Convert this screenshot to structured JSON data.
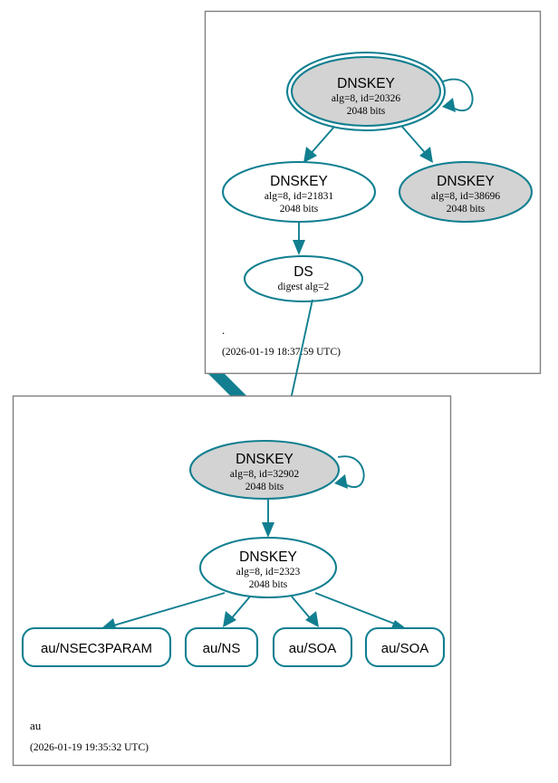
{
  "diagram": {
    "type": "dnssec-authentication-chain",
    "accent_color": "#117f90",
    "secure_key_fill": "#d3d3d3",
    "plain_key_fill": "#ffffff",
    "zone_border_color": "#7f7f7f"
  },
  "zones": [
    {
      "id": "root",
      "name": ".",
      "timestamp": "(2026-01-19 18:37:59 UTC)",
      "nodes": [
        {
          "id": "ksk-20326",
          "kind": "DNSKEY",
          "title": "DNSKEY",
          "line2": "alg=8, id=20326",
          "line3": "2048 bits",
          "fill": "gray",
          "double_border": true,
          "self_signed": true
        },
        {
          "id": "zsk-21831",
          "kind": "DNSKEY",
          "title": "DNSKEY",
          "line2": "alg=8, id=21831",
          "line3": "2048 bits",
          "fill": "white",
          "double_border": false,
          "self_signed": false
        },
        {
          "id": "zsk-38696",
          "kind": "DNSKEY",
          "title": "DNSKEY",
          "line2": "alg=8, id=38696",
          "line3": "2048 bits",
          "fill": "gray",
          "double_border": false,
          "self_signed": false
        },
        {
          "id": "ds-au",
          "kind": "DS",
          "title": "DS",
          "line2": "digest alg=2",
          "line3": "",
          "fill": "white",
          "double_border": false,
          "self_signed": false
        }
      ]
    },
    {
      "id": "au",
      "name": "au",
      "timestamp": "(2026-01-19 19:35:32 UTC)",
      "nodes": [
        {
          "id": "ksk-32902",
          "kind": "DNSKEY",
          "title": "DNSKEY",
          "line2": "alg=8, id=32902",
          "line3": "2048 bits",
          "fill": "gray",
          "double_border": false,
          "self_signed": true
        },
        {
          "id": "zsk-2323",
          "kind": "DNSKEY",
          "title": "DNSKEY",
          "line2": "alg=8, id=2323",
          "line3": "2048 bits",
          "fill": "white",
          "double_border": false,
          "self_signed": false
        }
      ],
      "rrsets": [
        {
          "id": "rr-nsec3param",
          "label": "au/NSEC3PARAM"
        },
        {
          "id": "rr-ns",
          "label": "au/NS"
        },
        {
          "id": "rr-soa-1",
          "label": "au/SOA"
        },
        {
          "id": "rr-soa-2",
          "label": "au/SOA"
        }
      ]
    }
  ]
}
